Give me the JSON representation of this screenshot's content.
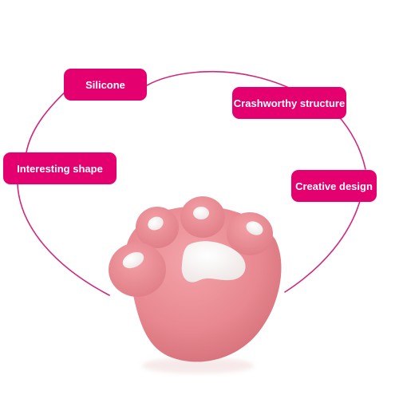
{
  "accent_color": "#e5006f",
  "ring_color": "#d0287a",
  "paw_colors": {
    "body": "#e8878f",
    "pads": "#f6f2f1"
  },
  "labels": [
    {
      "id": "silicone",
      "text": "Silicone"
    },
    {
      "id": "crash",
      "text": "Crashworthy structure"
    },
    {
      "id": "interesting",
      "text": "Interesting shape"
    },
    {
      "id": "creative",
      "text": "Creative design"
    }
  ]
}
